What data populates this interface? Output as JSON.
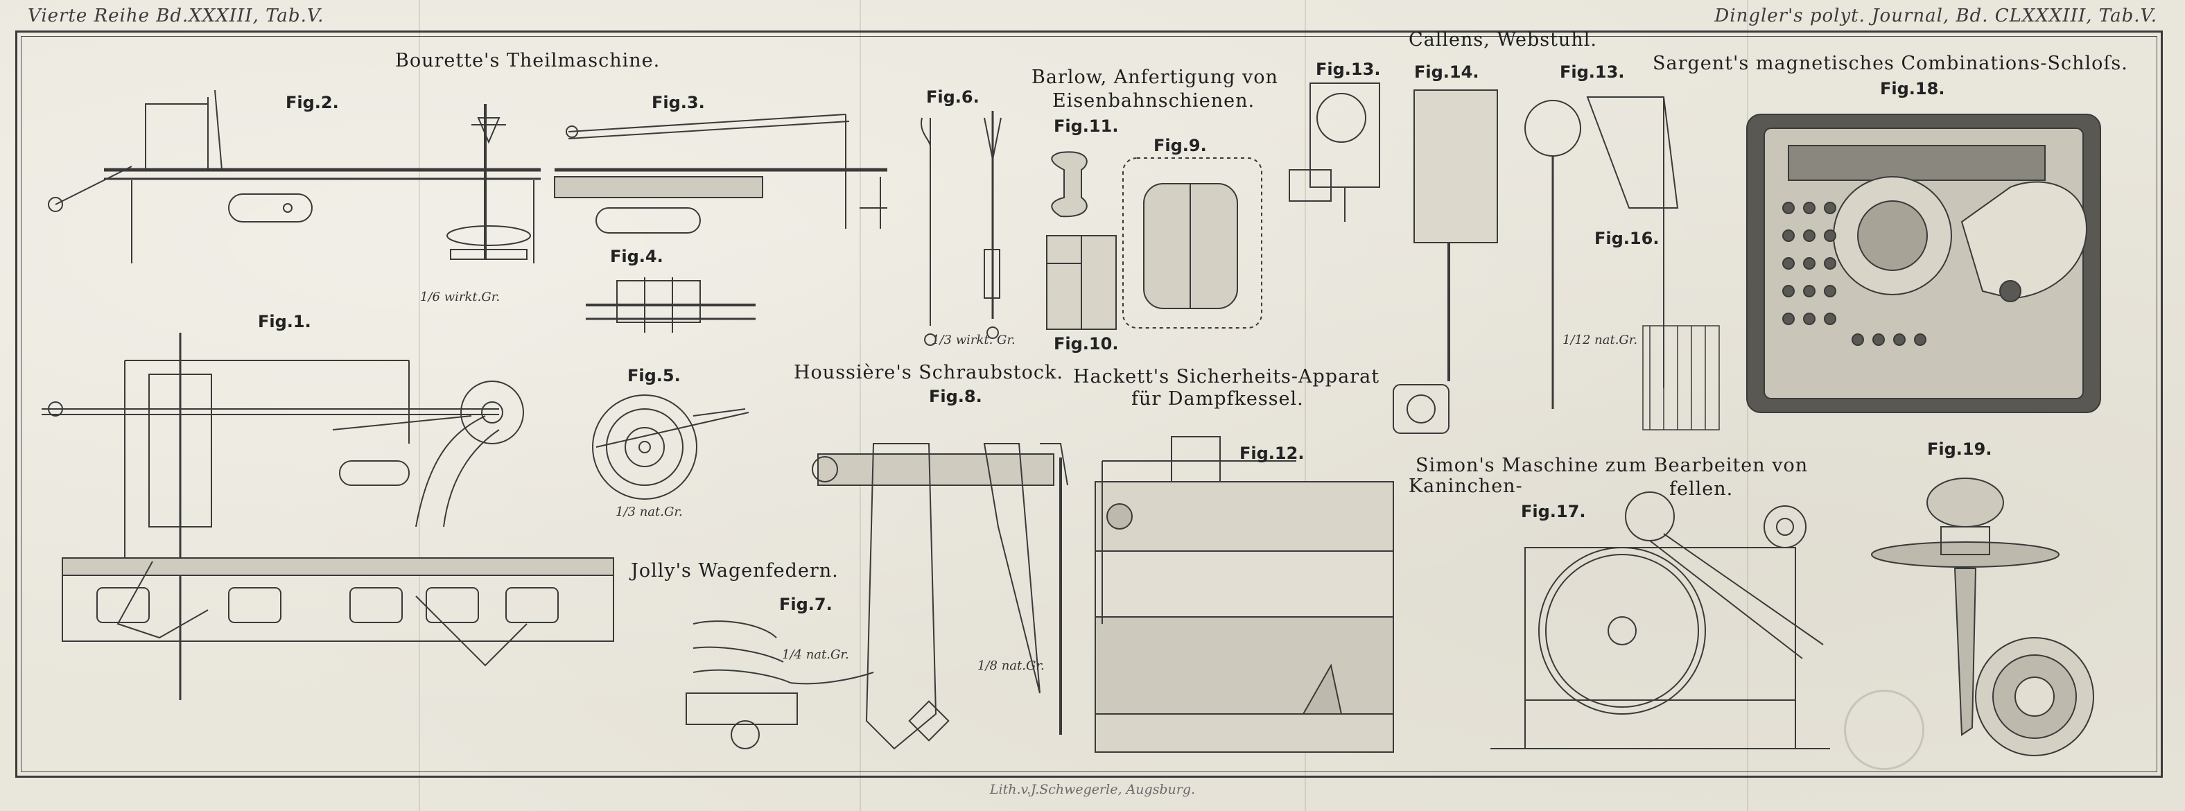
{
  "header": {
    "left": "Vierte Reihe Bd.XXXIII, Tab.V.",
    "right": "Dingler's polyt. Journal, Bd. CLXXXIII, Tab.V."
  },
  "footer": {
    "lithographer": "Lith.v.J.Schwegerle, Augsburg."
  },
  "titles": {
    "bourette": "Bourette's Theilmaschine.",
    "barlow_1": "Barlow, Anfertigung von",
    "barlow_2": "Eisenbahnschienen.",
    "callens": "Callens, Webstuhl.",
    "sargent": "Sargent's magnetisches Combinations-Schloſs.",
    "houssiere": "Houssière's Schraubstock.",
    "hackett_1": "Hackett's Sicherheits-Apparat",
    "hackett_2": "für Dampfkessel.",
    "simon_1": "Simon's Maschine zum Bearbeiten von",
    "simon_2": "Kaninchen-",
    "simon_3": "fellen.",
    "jolly": "Jolly's Wagenfedern."
  },
  "figures": {
    "fig1": "Fig.1.",
    "fig2": "Fig.2.",
    "fig3": "Fig.3.",
    "fig4": "Fig.4.",
    "fig5": "Fig.5.",
    "fig6": "Fig.6.",
    "fig7": "Fig.7.",
    "fig8": "Fig.8.",
    "fig9": "Fig.9.",
    "fig10": "Fig.10.",
    "fig11": "Fig.11.",
    "fig12": "Fig.12.",
    "fig13a": "Fig.13.",
    "fig13b": "Fig.13.",
    "fig14": "Fig.14.",
    "fig16": "Fig.16.",
    "fig17": "Fig.17.",
    "fig18": "Fig.18.",
    "fig19": "Fig.19."
  },
  "scales": {
    "fig2": "1/6 wirkt.Gr.",
    "fig5": "1/3 nat.Gr.",
    "fig6": "1/3 wirkt. Gr.",
    "fig7": "1/4 nat.Gr.",
    "fig8": "1/8 nat.Gr.",
    "fig16": "1/12 nat.Gr."
  }
}
